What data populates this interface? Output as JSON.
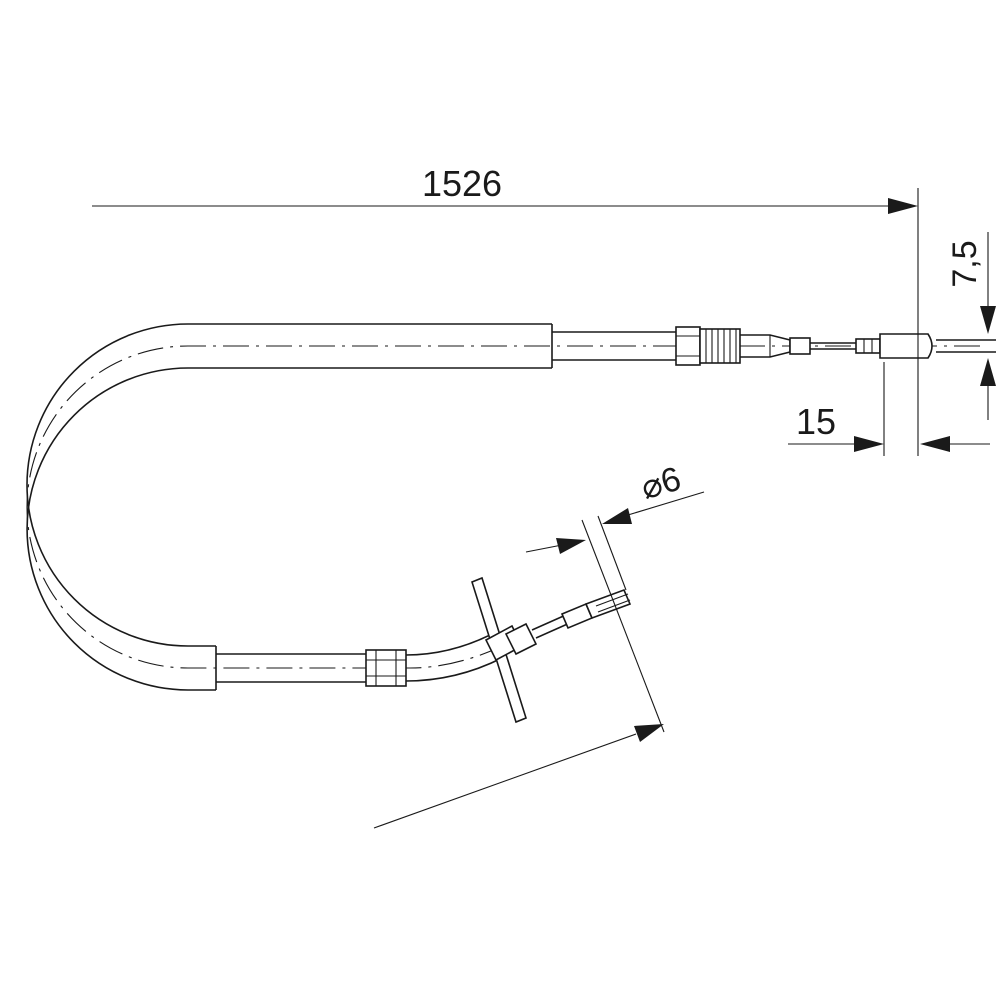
{
  "dimensions": {
    "overall_length": "1526",
    "end_offset": "7,5",
    "end_length": "15",
    "diameter": "⌀6"
  }
}
